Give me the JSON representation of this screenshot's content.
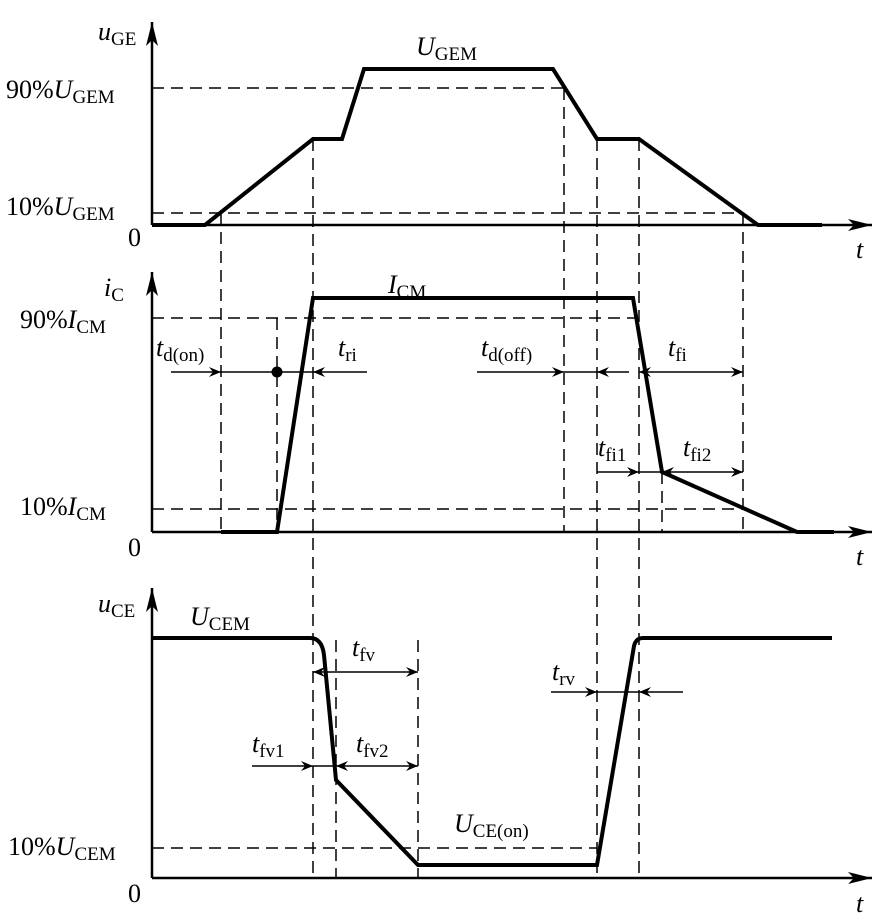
{
  "panels": {
    "gate": {
      "ylabel": {
        "main": "u",
        "sub": "GE"
      },
      "level": {
        "main": "U",
        "sub": "GEM"
      },
      "tick90": {
        "pre": "90%",
        "main": "U",
        "sub": "GEM"
      },
      "tick10": {
        "pre": "10%",
        "main": "U",
        "sub": "GEM"
      },
      "zero": "0",
      "xlabel": "t"
    },
    "current": {
      "ylabel": {
        "main": "i",
        "sub": "C"
      },
      "level": {
        "main": "I",
        "sub": "CM"
      },
      "tick90": {
        "pre": "90%",
        "main": "I",
        "sub": "CM"
      },
      "tick10": {
        "pre": "10%",
        "main": "I",
        "sub": "CM"
      },
      "zero": "0",
      "xlabel": "t",
      "intervals": {
        "td_on": {
          "main": "t",
          "sub": "d(on)"
        },
        "tri": {
          "main": "t",
          "sub": "ri"
        },
        "td_off": {
          "main": "t",
          "sub": "d(off)"
        },
        "tfi": {
          "main": "t",
          "sub": "fi"
        },
        "tfi1": {
          "main": "t",
          "sub": "fi1"
        },
        "tfi2": {
          "main": "t",
          "sub": "fi2"
        }
      }
    },
    "voltage": {
      "ylabel": {
        "main": "u",
        "sub": "CE"
      },
      "level": {
        "main": "U",
        "sub": "CEM"
      },
      "on_level": {
        "main": "U",
        "sub": "CE(on)"
      },
      "tick10": {
        "pre": "10%",
        "main": "U",
        "sub": "CEM"
      },
      "zero": "0",
      "xlabel": "t",
      "intervals": {
        "tfv": {
          "main": "t",
          "sub": "fv"
        },
        "tfv1": {
          "main": "t",
          "sub": "fv1"
        },
        "tfv2": {
          "main": "t",
          "sub": "fv2"
        },
        "trv": {
          "main": "t",
          "sub": "rv"
        }
      }
    }
  }
}
